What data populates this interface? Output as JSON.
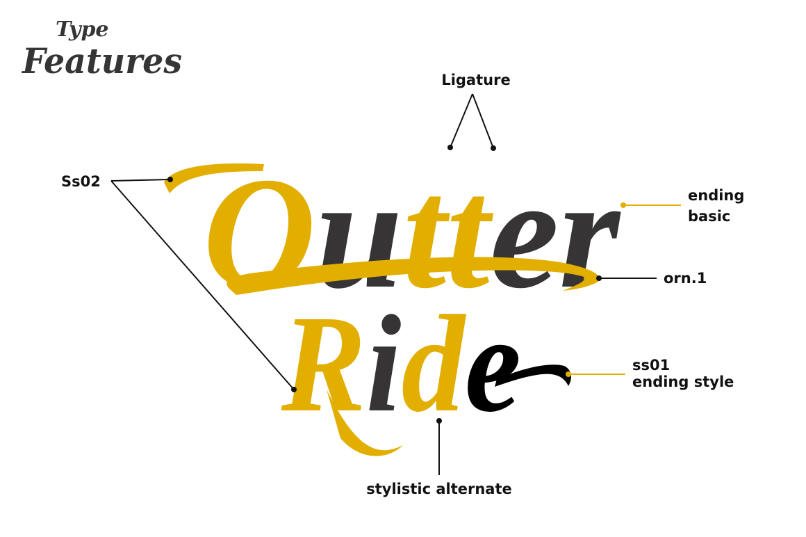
{
  "logo": {
    "line1": "Type",
    "line2": "Features"
  },
  "lettering": {
    "word1": {
      "letters": [
        "O",
        "u",
        "tt",
        "e",
        "r"
      ]
    },
    "word2": {
      "letters": [
        "R",
        "i",
        "d",
        "e"
      ]
    }
  },
  "labels": {
    "ligature": "Ligature",
    "ss02": "Ss02",
    "ending_basic_1": "ending",
    "ending_basic_2": "basic",
    "orn1": "orn.1",
    "ss01_1": "ss01",
    "ss01_2": "ending style",
    "stylistic_alternate": "stylistic alternate"
  },
  "colors": {
    "yellow": "#E2AE00",
    "dark": "#363435",
    "black": "#000000"
  }
}
